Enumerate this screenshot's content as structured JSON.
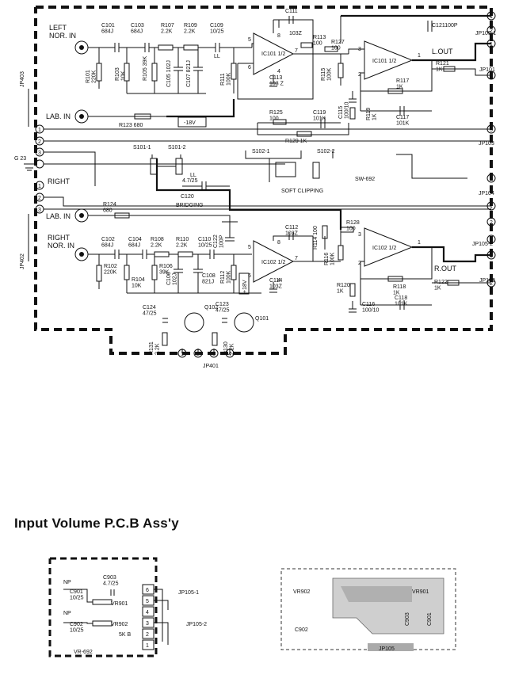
{
  "main_schematic": {
    "left_nor_in": "LEFT\nNOR. IN",
    "lab_in_l": "LAB. IN",
    "right_label": "RIGHT",
    "lab_in_r": "LAB. IN",
    "right_nor_in": "RIGHT\nNOR. IN",
    "c101": "C101\n684J",
    "c103": "C103\n684J",
    "r107": "R107\n2.2K",
    "r109": "R109\n2.2K",
    "c109": "C109\n10/25",
    "c111": "C111",
    "c111v": "103Z",
    "r113": "R113\n100",
    "c121": "C121100P",
    "ic101a": "IC101 1/2",
    "ic101b": "IC101 1/2",
    "r127": "R127\n100",
    "l_out": "L.OUT",
    "r121": "R121\n1K",
    "r101": "R101\n220K",
    "r103": "R103\n10K",
    "r105": "R105 39K",
    "c105": "C105 102J",
    "c107": "C107 821J",
    "r111": "R111\n100K",
    "c113": "C113\n103 Z",
    "r115": "R115\n100K",
    "r117": "R117\n1K",
    "c115": "C115\n100/10",
    "r119": "R119\n1K",
    "c117": "C117\n101K",
    "r123": "R123  680",
    "neg18": "-18V",
    "r125": "R125\n100",
    "c119": "C119\n101K",
    "r129": "R129  1K",
    "s101_1": "S101-1",
    "s101_2": "S101-2",
    "s102_1": "S102-1",
    "s102_2": "S102-2",
    "sw692": "SW-692",
    "soft_clip": "SOFT CLIPPING",
    "ll1": "LL",
    "ll2": "LL",
    "c120": "C120",
    "c120v": "4.7/25",
    "bridging": "BRIDGING",
    "r124": "R124\n680",
    "c102": "C102\n684J",
    "c104": "C104\n684J",
    "r108": "R108\n2.2K",
    "r110": "R110\n2.2K",
    "c110": "C110\n10/25",
    "c112": "C112\n103Z",
    "c122": "C122\n100P",
    "r114": "R114 100",
    "r128": "R128\n100",
    "ic102a": "IC102 1/2",
    "ic102b": "IC102 1/2",
    "r116": "R116\n100K",
    "r_out": "R.OUT",
    "r122": "R122\n1K",
    "r102": "R102\n220K",
    "r104": "R104\n10K",
    "r106": "R106\n39K",
    "c106": "C106\n102J",
    "c108": "C108\n821J",
    "r112": "R112\n100K",
    "pos18": "+18V",
    "c114": "C114\n103Z",
    "r120": "R120\n1K",
    "r118": "R118\n1K",
    "c116": "C116\n100/10",
    "c118": "C118\n101K",
    "c124": "C124\n47/25",
    "q102": "Q102",
    "c123": "C123\n47/25",
    "q101": "Q101",
    "r131": "R131\n2.2K",
    "r130": "R130\n2.2K",
    "jp401": "JP401",
    "jp403": "JP403",
    "jp402": "JP402",
    "g23": "G 23",
    "jp105_1": "JP105-1",
    "jp101": "JP101",
    "jp103": "JP103",
    "jp104": "JP104",
    "jp105_2": "JP105-2",
    "jp102": "JP102"
  },
  "section_title": "Input Volume P.C.B Ass'y",
  "volume_board": {
    "np1": "NP",
    "c901": "C901\n10/25",
    "c903": "C903\n4.7/25",
    "vr901": "VR901",
    "np2": "NP",
    "c902": "C902\n10/25",
    "vr902": "VR902",
    "vr_value": "5K  B",
    "vr692": "VR-692",
    "jp105_1": "JP105-1",
    "jp105_2": "JP105-2"
  },
  "pcb_view": {
    "vr902": "VR902",
    "vr901": "VR901",
    "c902": "C902",
    "c903": "C903",
    "c901": "C901",
    "jp105": "JP105"
  }
}
